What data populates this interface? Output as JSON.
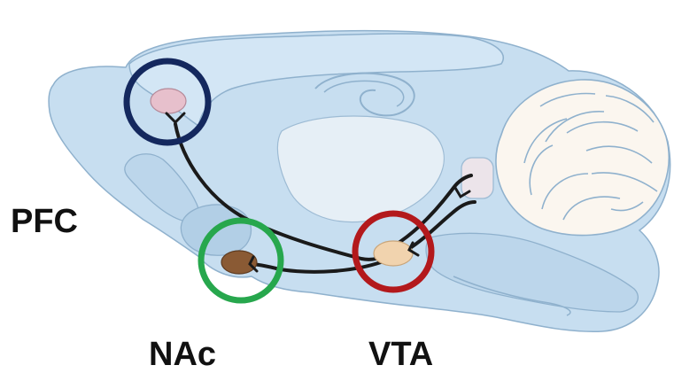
{
  "labels": {
    "pfc": "PFC",
    "nac": "NAc",
    "vta": "VTA"
  },
  "colors": {
    "brain_fill": "#c7def0",
    "brain_outline": "#8fb1cd",
    "pathway_line": "#1a1a1a",
    "pfc_circle": "#14285e",
    "nac_circle": "#27a74d",
    "vta_circle": "#b3191c",
    "pfc_nucleus": "#e7c0cc",
    "nac_nucleus": "#8a5a34",
    "vta_nucleus": "#f1d3ae",
    "cerebellum_fill": "#fbf6ef"
  }
}
